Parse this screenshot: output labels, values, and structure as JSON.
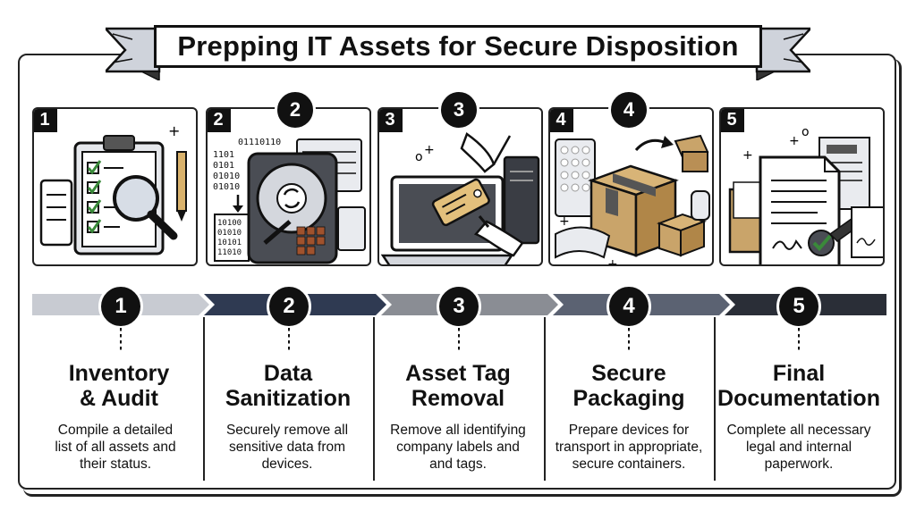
{
  "title": "Prepping IT Assets for Secure Disposition",
  "colors": {
    "ink": "#111111",
    "cardboard": "#c9a46a",
    "grey": "#c8cbd2",
    "navy": "#2f3a52"
  },
  "steps": [
    {
      "number": "1",
      "title_line1": "Inventory",
      "title_line2": "& Audit",
      "desc_line1": "Compile a detailed",
      "desc_line2": "list of all assets and",
      "desc_line3": "their status.",
      "icon": "clipboard-magnifier-icon"
    },
    {
      "number": "2",
      "title_line1": "Data",
      "title_line2": "Sanitization",
      "desc_line1": "Securely remove all",
      "desc_line2": "sensitive data from",
      "desc_line3": "devices.",
      "icon": "hard-drive-wipe-icon",
      "binary": [
        "01110110",
        "1101",
        "0101",
        "01010",
        "01010"
      ],
      "binary2": [
        "10100",
        "01010",
        "10101",
        "11010"
      ]
    },
    {
      "number": "3",
      "title_line1": "Asset Tag",
      "title_line2": "Removal",
      "desc_line1": "Remove all identifying",
      "desc_line2": "company labels and",
      "desc_line3": "and tags.",
      "icon": "laptop-tag-icon"
    },
    {
      "number": "4",
      "title_line1": "Secure",
      "title_line2": "Packaging",
      "desc_line1": "Prepare devices for",
      "desc_line2": "transport in appropriate,",
      "desc_line3": "secure containers.",
      "icon": "cardboard-box-icon"
    },
    {
      "number": "5",
      "title_line1": "Final",
      "title_line2": "Documentation",
      "desc_line1": "Complete all necessary",
      "desc_line2": "legal and internal",
      "desc_line3": "paperwork.",
      "icon": "signed-document-icon"
    }
  ]
}
